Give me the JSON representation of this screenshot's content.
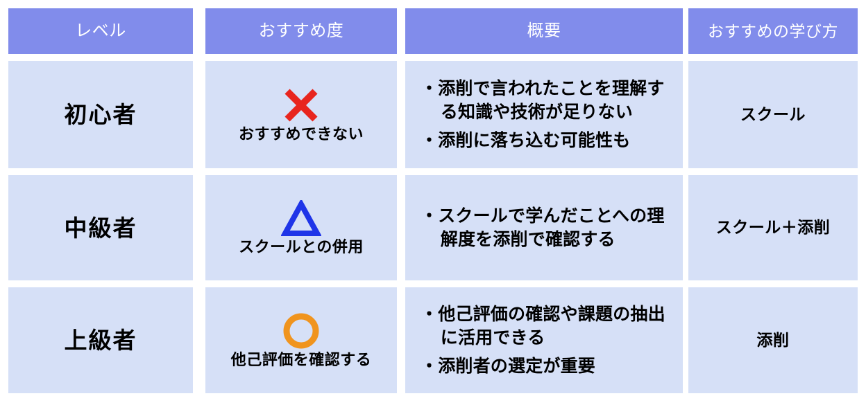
{
  "table": {
    "headers": [
      {
        "label": "レベル"
      },
      {
        "label": "おすすめ度"
      },
      {
        "label": "概要"
      },
      {
        "label": "おすすめの学び方"
      }
    ],
    "rows": [
      {
        "level": "初心者",
        "recommendation": {
          "symbol": "cross-mark-icon",
          "symbol_char": "✕",
          "color": "#e8251e",
          "label": "おすすめできない"
        },
        "summary": [
          "・添削で言われたことを理解する知識や技術が足りない",
          "・添削に落ち込む可能性も"
        ],
        "method": "スクール"
      },
      {
        "level": "中級者",
        "recommendation": {
          "symbol": "triangle-icon",
          "symbol_char": "△",
          "color": "#1f35e8",
          "label": "スクールとの併用"
        },
        "summary": [
          "・スクールで学んだことへの理解度を添削で確認する"
        ],
        "method": "スクール＋添削"
      },
      {
        "level": "上級者",
        "recommendation": {
          "symbol": "circle-icon",
          "symbol_char": "○",
          "color": "#f0941e",
          "label": "他己評価を確認する"
        },
        "summary": [
          "・他己評価の確認や課題の抽出に活用できる",
          "・添削者の選定が重要"
        ],
        "method": "添削"
      }
    ]
  },
  "theme": {
    "header_background": "#818ceb",
    "header_text": "#ffffff",
    "cell_background": "#d6e0f7",
    "cell_text": "#000000",
    "page_background": "#ffffff"
  }
}
